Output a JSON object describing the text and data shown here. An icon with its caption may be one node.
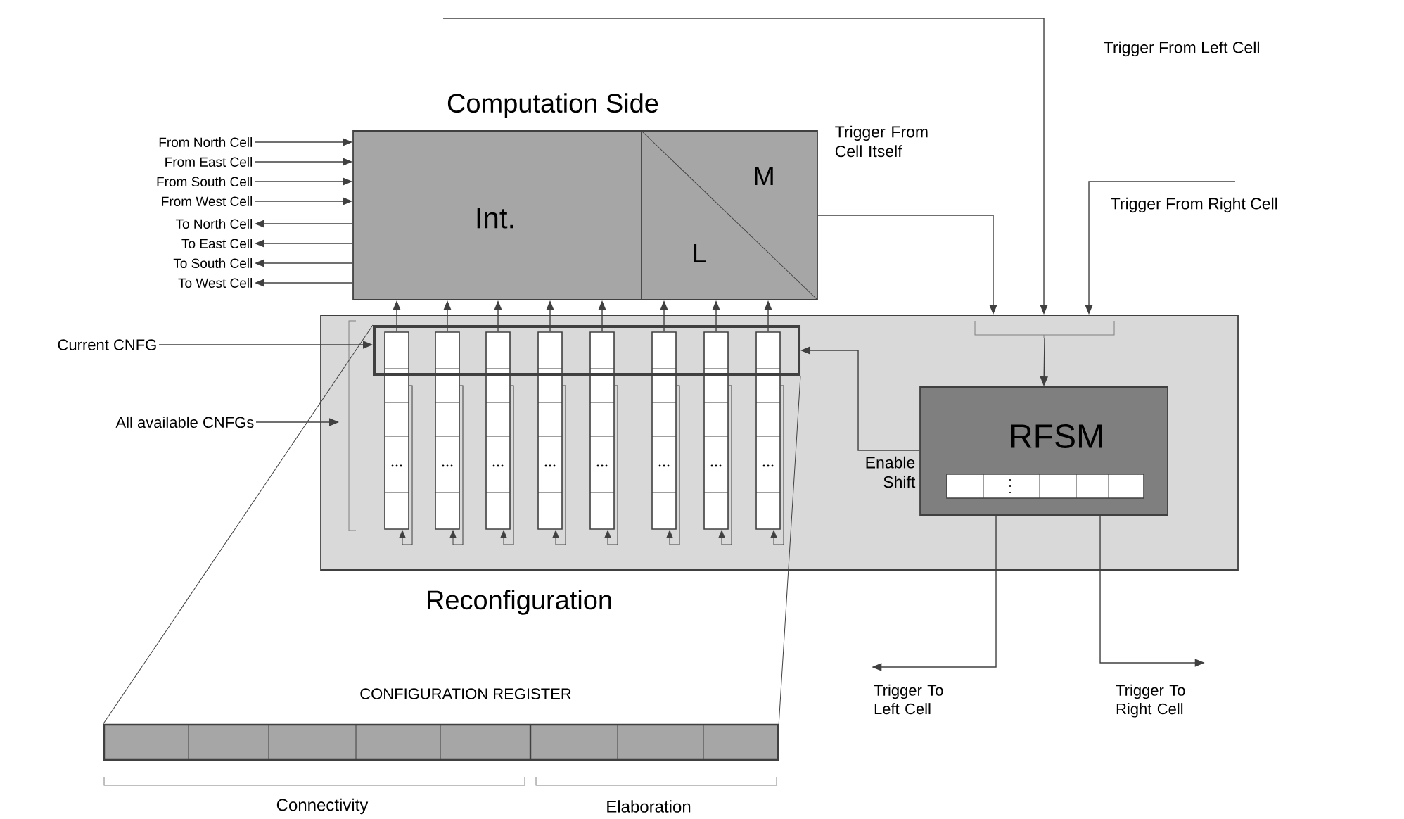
{
  "diagram": {
    "nodes": [
      {
        "text": [
          "Computation Side"
        ]
      },
      {
        "text": [
          "Int."
        ],
        "in": 0
      },
      {
        "text": [
          "M",
          "L"
        ],
        "in": 0
      },
      {
        "text": [
          "From North Cell"
        ]
      },
      {
        "text": [
          "From East Cell"
        ]
      },
      {
        "text": [
          "From South Cell"
        ]
      },
      {
        "text": [
          "From West  Cell"
        ]
      },
      {
        "text": [
          "To North Cell"
        ]
      },
      {
        "text": [
          "To East Cell"
        ]
      },
      {
        "text": [
          "To South Cell"
        ]
      },
      {
        "text": [
          "To West  Cell"
        ]
      },
      {
        "text": [
          "Reconfiguration"
        ]
      },
      {
        "text": [],
        "shape": "bar",
        "in": 11
      },
      {
        "text": [],
        "shape": "bar",
        "in": 11
      },
      {
        "text": [],
        "shape": "bar",
        "in": 11
      },
      {
        "text": [],
        "shape": "bar",
        "in": 11
      },
      {
        "text": [],
        "shape": "bar",
        "in": 11
      },
      {
        "text": [],
        "shape": "bar",
        "in": 11
      },
      {
        "text": [],
        "shape": "bar",
        "in": 11
      },
      {
        "text": [],
        "shape": "bar",
        "in": 11
      },
      {
        "text": [],
        "shape": "box",
        "in": 11
      },
      {
        "text": [
          "Current CNFG"
        ]
      },
      {
        "text": [
          "All available CNFGs"
        ]
      },
      {
        "text": [
          "RFSM"
        ],
        "in": 11
      },
      {
        "text": [
          "Trigger To Left Cell"
        ]
      },
      {
        "text": [
          "Trigger To Right Cell"
        ]
      },
      {
        "text": [
          "CONFIGURATION REGISTER"
        ]
      },
      {
        "text": [],
        "shape": "bracket",
        "in": 11
      }
    ],
    "edges": [
      {
        "from": 3,
        "to": 0,
        "arrow": "to"
      },
      {
        "from": 4,
        "to": 0,
        "arrow": "to"
      },
      {
        "from": 5,
        "to": 0,
        "arrow": "to"
      },
      {
        "from": 6,
        "to": 0,
        "arrow": "to"
      },
      {
        "from": 0,
        "to": 7,
        "arrow": "to"
      },
      {
        "from": 0,
        "to": 8,
        "arrow": "to"
      },
      {
        "from": 0,
        "to": 9,
        "arrow": "to"
      },
      {
        "from": 0,
        "to": 10,
        "arrow": "to"
      },
      {
        "from": 12,
        "to": 0,
        "arrow": "to"
      },
      {
        "from": 13,
        "to": 0,
        "arrow": "to"
      },
      {
        "from": 14,
        "to": 0,
        "arrow": "to"
      },
      {
        "from": 15,
        "to": 0,
        "arrow": "to"
      },
      {
        "from": 16,
        "to": 0,
        "arrow": "to"
      },
      {
        "from": 17,
        "to": 0,
        "arrow": "to"
      },
      {
        "from": 18,
        "to": 0,
        "arrow": "to"
      },
      {
        "from": 19,
        "to": 0,
        "arrow": "to"
      },
      {
        "from": 21,
        "to": 20,
        "arrow": "to"
      },
      {
        "from": 22,
        "to": 11,
        "arrow": "to"
      },
      {
        "from": 23,
        "to": 20,
        "arrow": "to",
        "label": "Enable Shift"
      },
      {
        "from": 0,
        "to": 11,
        "arrow": "to",
        "label": "Trigger From Cell Itself"
      },
      {
        "from": null,
        "to": 11,
        "arrow": "to",
        "label": "Trigger From Left Cell"
      },
      {
        "from": null,
        "to": 11,
        "arrow": "to",
        "label": "Trigger From Right Cell"
      },
      {
        "from": 27,
        "to": 23,
        "arrow": "to"
      },
      {
        "from": 23,
        "to": 24,
        "arrow": "to"
      },
      {
        "from": 23,
        "to": 25,
        "arrow": "to"
      },
      {
        "from": 20,
        "to": 26,
        "arrow": "none"
      },
      {
        "from": 20,
        "to": 26,
        "arrow": "none"
      },
      {
        "from": 12,
        "to": 12,
        "arrow": "to"
      },
      {
        "from": 13,
        "to": 13,
        "arrow": "to"
      },
      {
        "from": 14,
        "to": 14,
        "arrow": "to"
      },
      {
        "from": 15,
        "to": 15,
        "arrow": "to"
      },
      {
        "from": 16,
        "to": 16,
        "arrow": "to"
      },
      {
        "from": 17,
        "to": 17,
        "arrow": "to"
      },
      {
        "from": 18,
        "to": 18,
        "arrow": "to"
      },
      {
        "from": 19,
        "to": 19,
        "arrow": "to"
      }
    ],
    "labels": [
      "Connectivity",
      "Elaboration"
    ]
  }
}
